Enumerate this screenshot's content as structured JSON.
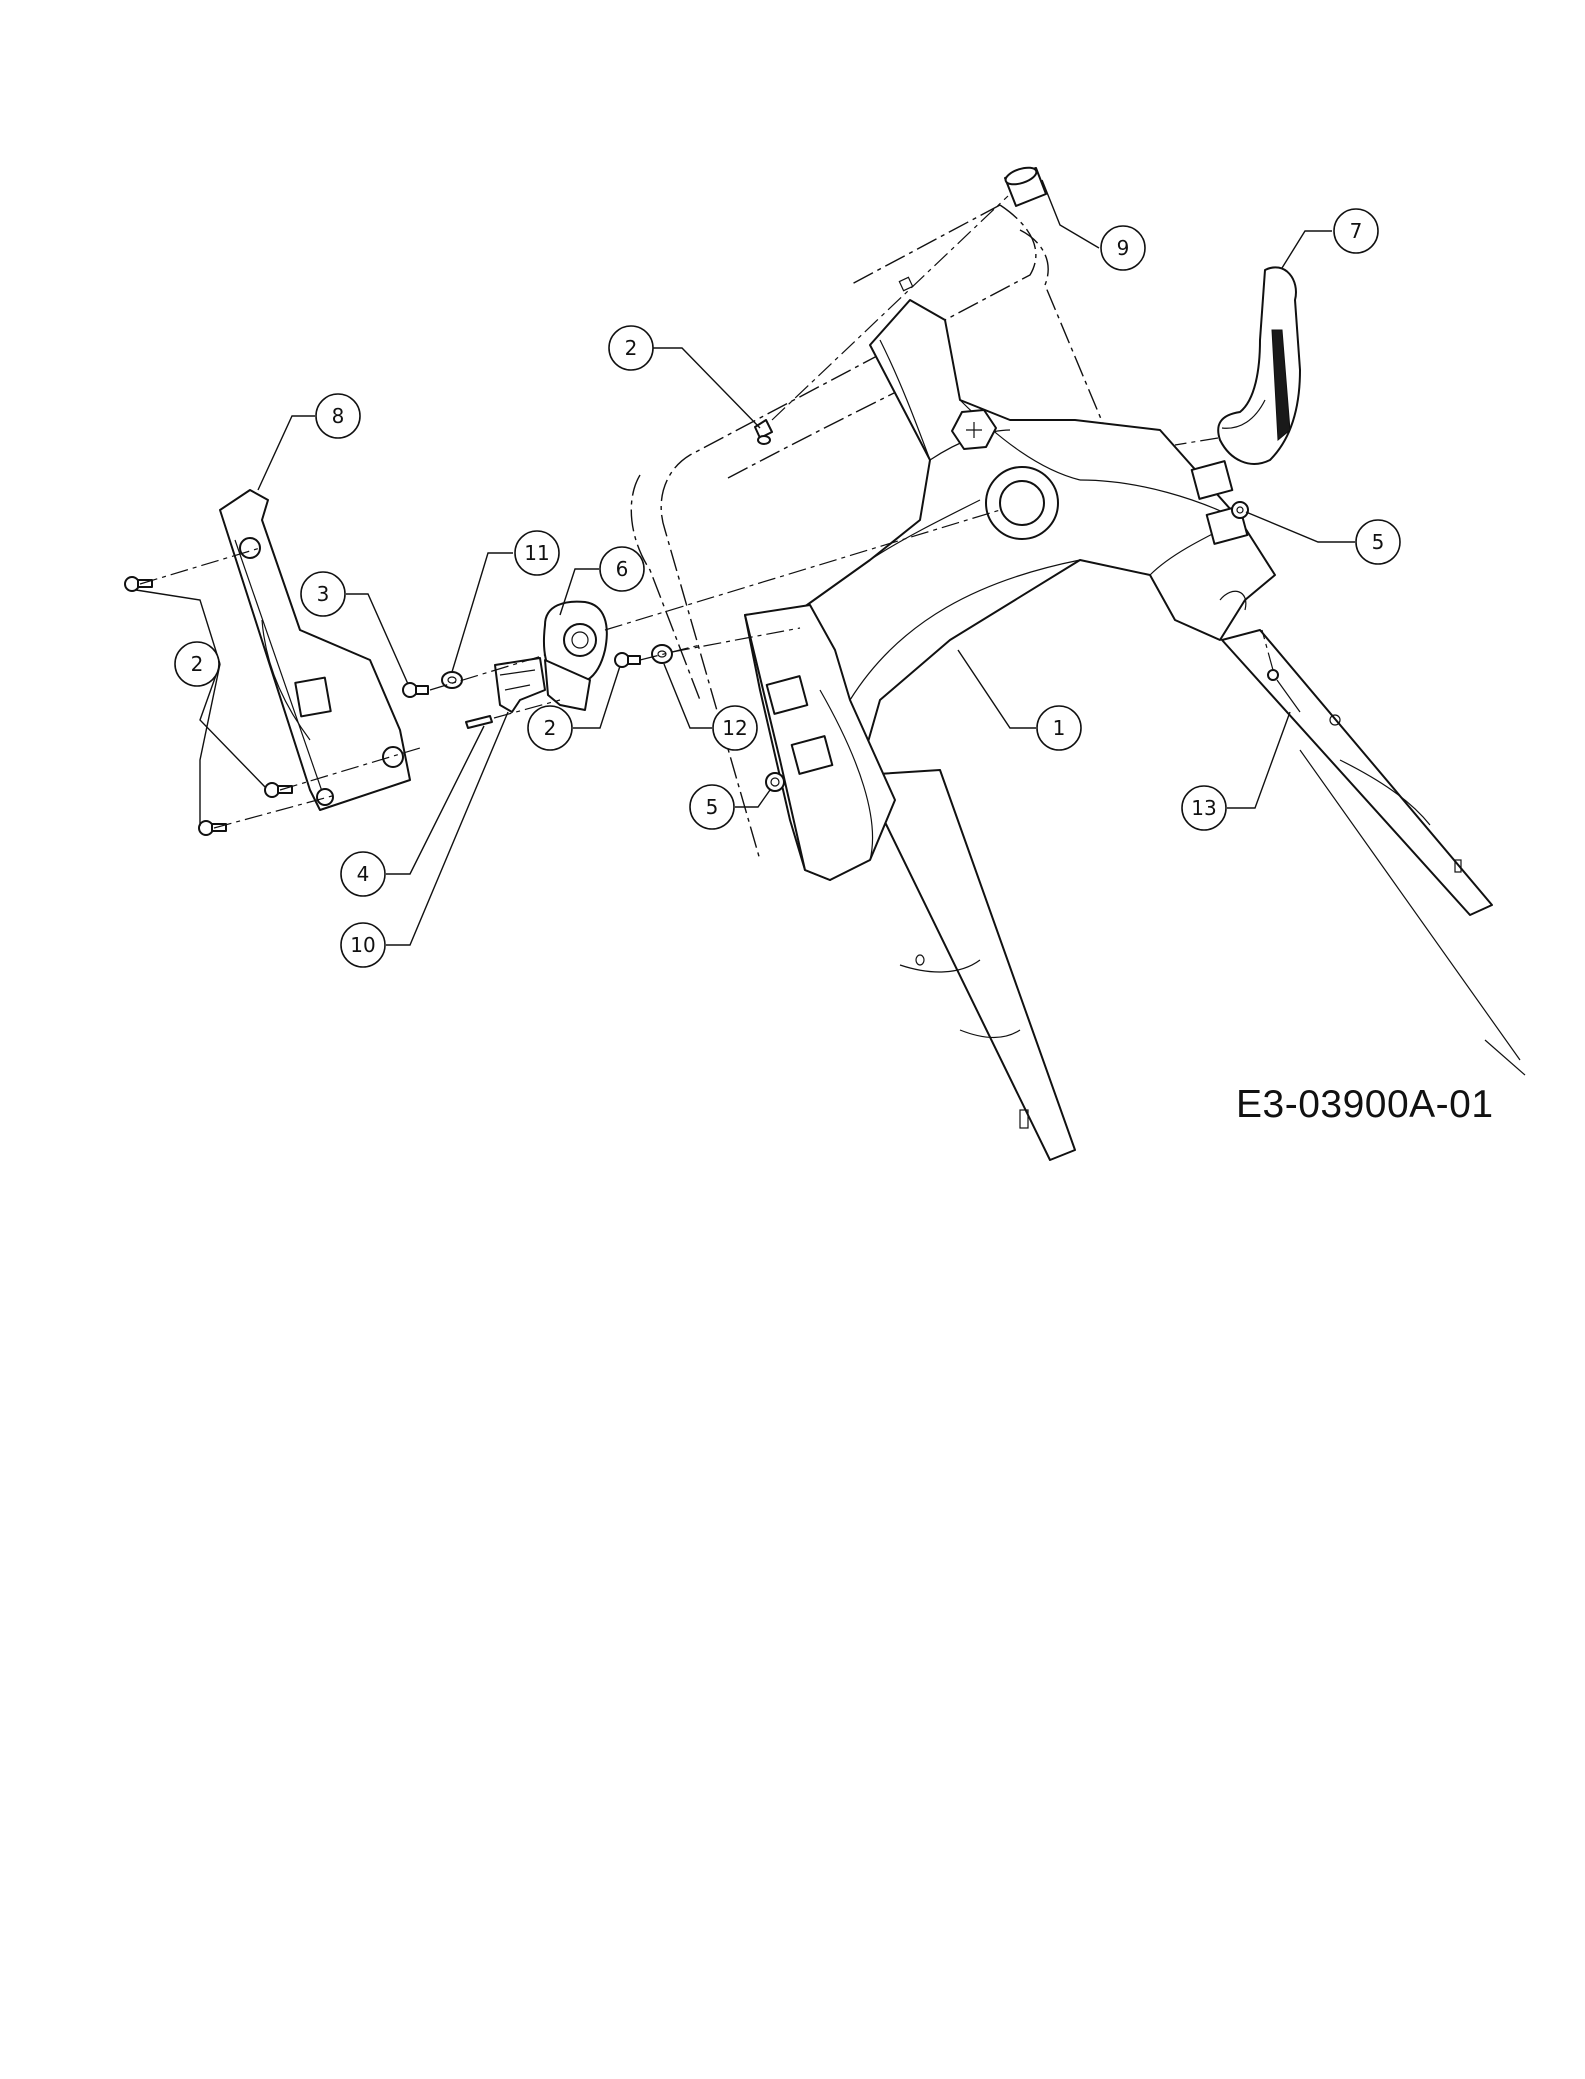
{
  "drawing_code": "E3-03900A-01",
  "callouts": [
    {
      "id": "c-9",
      "label": "9"
    },
    {
      "id": "c-7",
      "label": "7"
    },
    {
      "id": "c-2a",
      "label": "2"
    },
    {
      "id": "c-8",
      "label": "8"
    },
    {
      "id": "c-5a",
      "label": "5"
    },
    {
      "id": "c-11",
      "label": "11"
    },
    {
      "id": "c-6",
      "label": "6"
    },
    {
      "id": "c-3",
      "label": "3"
    },
    {
      "id": "c-2b",
      "label": "2"
    },
    {
      "id": "c-2c",
      "label": "2"
    },
    {
      "id": "c-12",
      "label": "12"
    },
    {
      "id": "c-1",
      "label": "1"
    },
    {
      "id": "c-5b",
      "label": "5"
    },
    {
      "id": "c-13",
      "label": "13"
    },
    {
      "id": "c-4",
      "label": "4"
    },
    {
      "id": "c-10",
      "label": "10"
    }
  ]
}
